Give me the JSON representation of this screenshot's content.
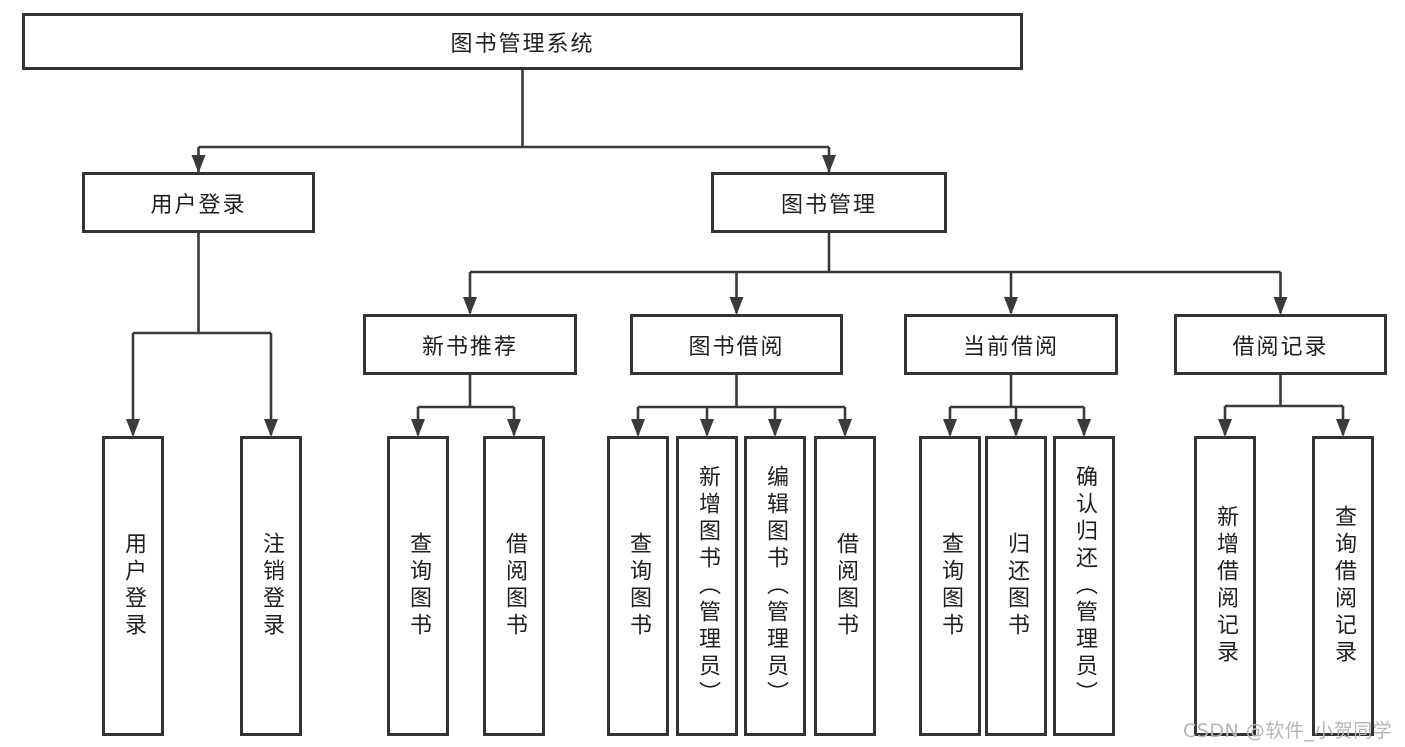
{
  "diagram_type": "tree",
  "root": {
    "label": "图书管理系统"
  },
  "level2": {
    "user_login": "用户登录",
    "book_mgmt": "图书管理"
  },
  "level3": {
    "new_rec": "新书推荐",
    "borrow": "图书借阅",
    "current": "当前借阅",
    "records": "借阅记录"
  },
  "leaves": {
    "user_login": [
      "用户登录",
      "注销登录"
    ],
    "new_rec": [
      "查询图书",
      "借阅图书"
    ],
    "borrow": [
      "查询图书",
      "新增图书（管理员）",
      "编辑图书（管理员）",
      "借阅图书"
    ],
    "current": [
      "查询图书",
      "归还图书",
      "确认归还（管理员）"
    ],
    "records": [
      "新增借阅记录",
      "查询借阅记录"
    ]
  },
  "watermark": "CSDN @软件_小贺同学",
  "colors": {
    "line": "#3a3a3a",
    "border": "#333333",
    "text": "#1f1f1f",
    "watermark": "#b2b6ba",
    "background": "#ffffff"
  }
}
